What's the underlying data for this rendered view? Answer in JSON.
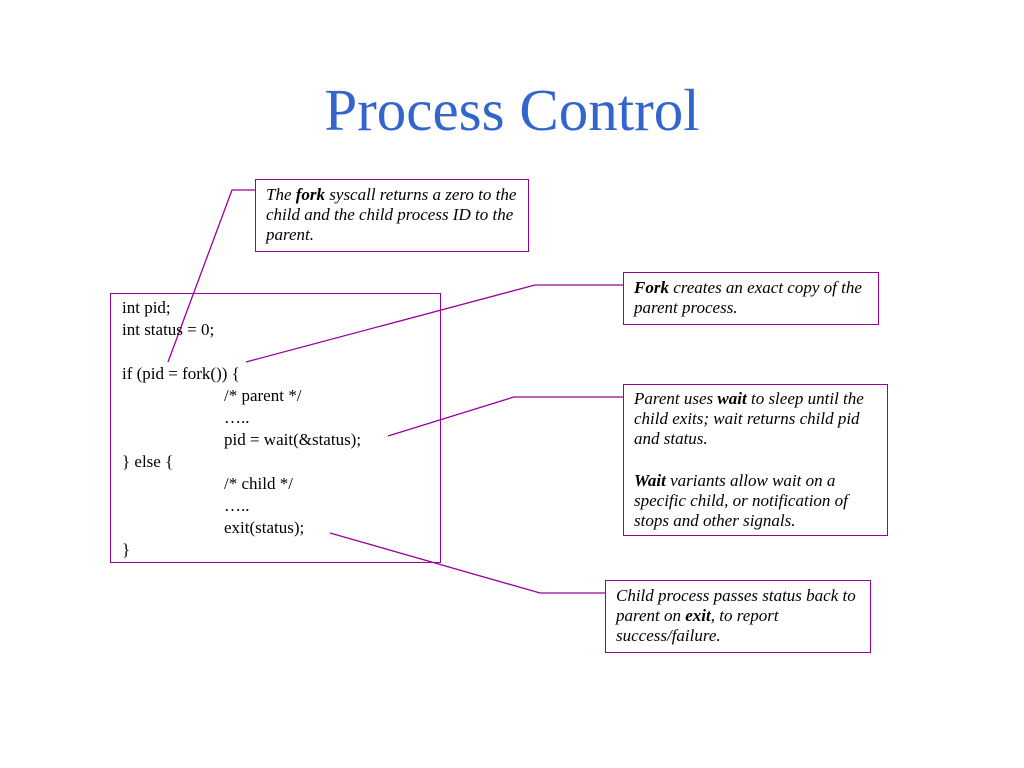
{
  "slide": {
    "title": "Process Control",
    "title_color": "#3366cc",
    "accent_color": "#990099"
  },
  "code": {
    "lines": [
      "int pid;",
      "int status = 0;",
      "",
      "if (pid = fork()) {",
      "/* parent */",
      "…..",
      "pid = wait(&status);",
      "} else {",
      "/* child */",
      "…..",
      "exit(status);",
      "}"
    ]
  },
  "callouts": {
    "fork_returns": {
      "pre": "The ",
      "bold": "fork",
      "post": " syscall returns a zero to the child and the child process ID to the parent."
    },
    "fork_copy": {
      "bold": "Fork",
      "post": " creates an exact copy of the parent process."
    },
    "wait": {
      "p1_pre": "Parent uses ",
      "p1_bold": "wait",
      "p1_post": " to sleep until the child exits; wait returns child pid and status.",
      "p2_bold": "Wait",
      "p2_post": " variants allow wait on a specific child, or notification of stops and other signals."
    },
    "exit": {
      "pre": "Child process passes status back to parent on ",
      "bold": "exit",
      "post": ", to report success/failure."
    }
  }
}
